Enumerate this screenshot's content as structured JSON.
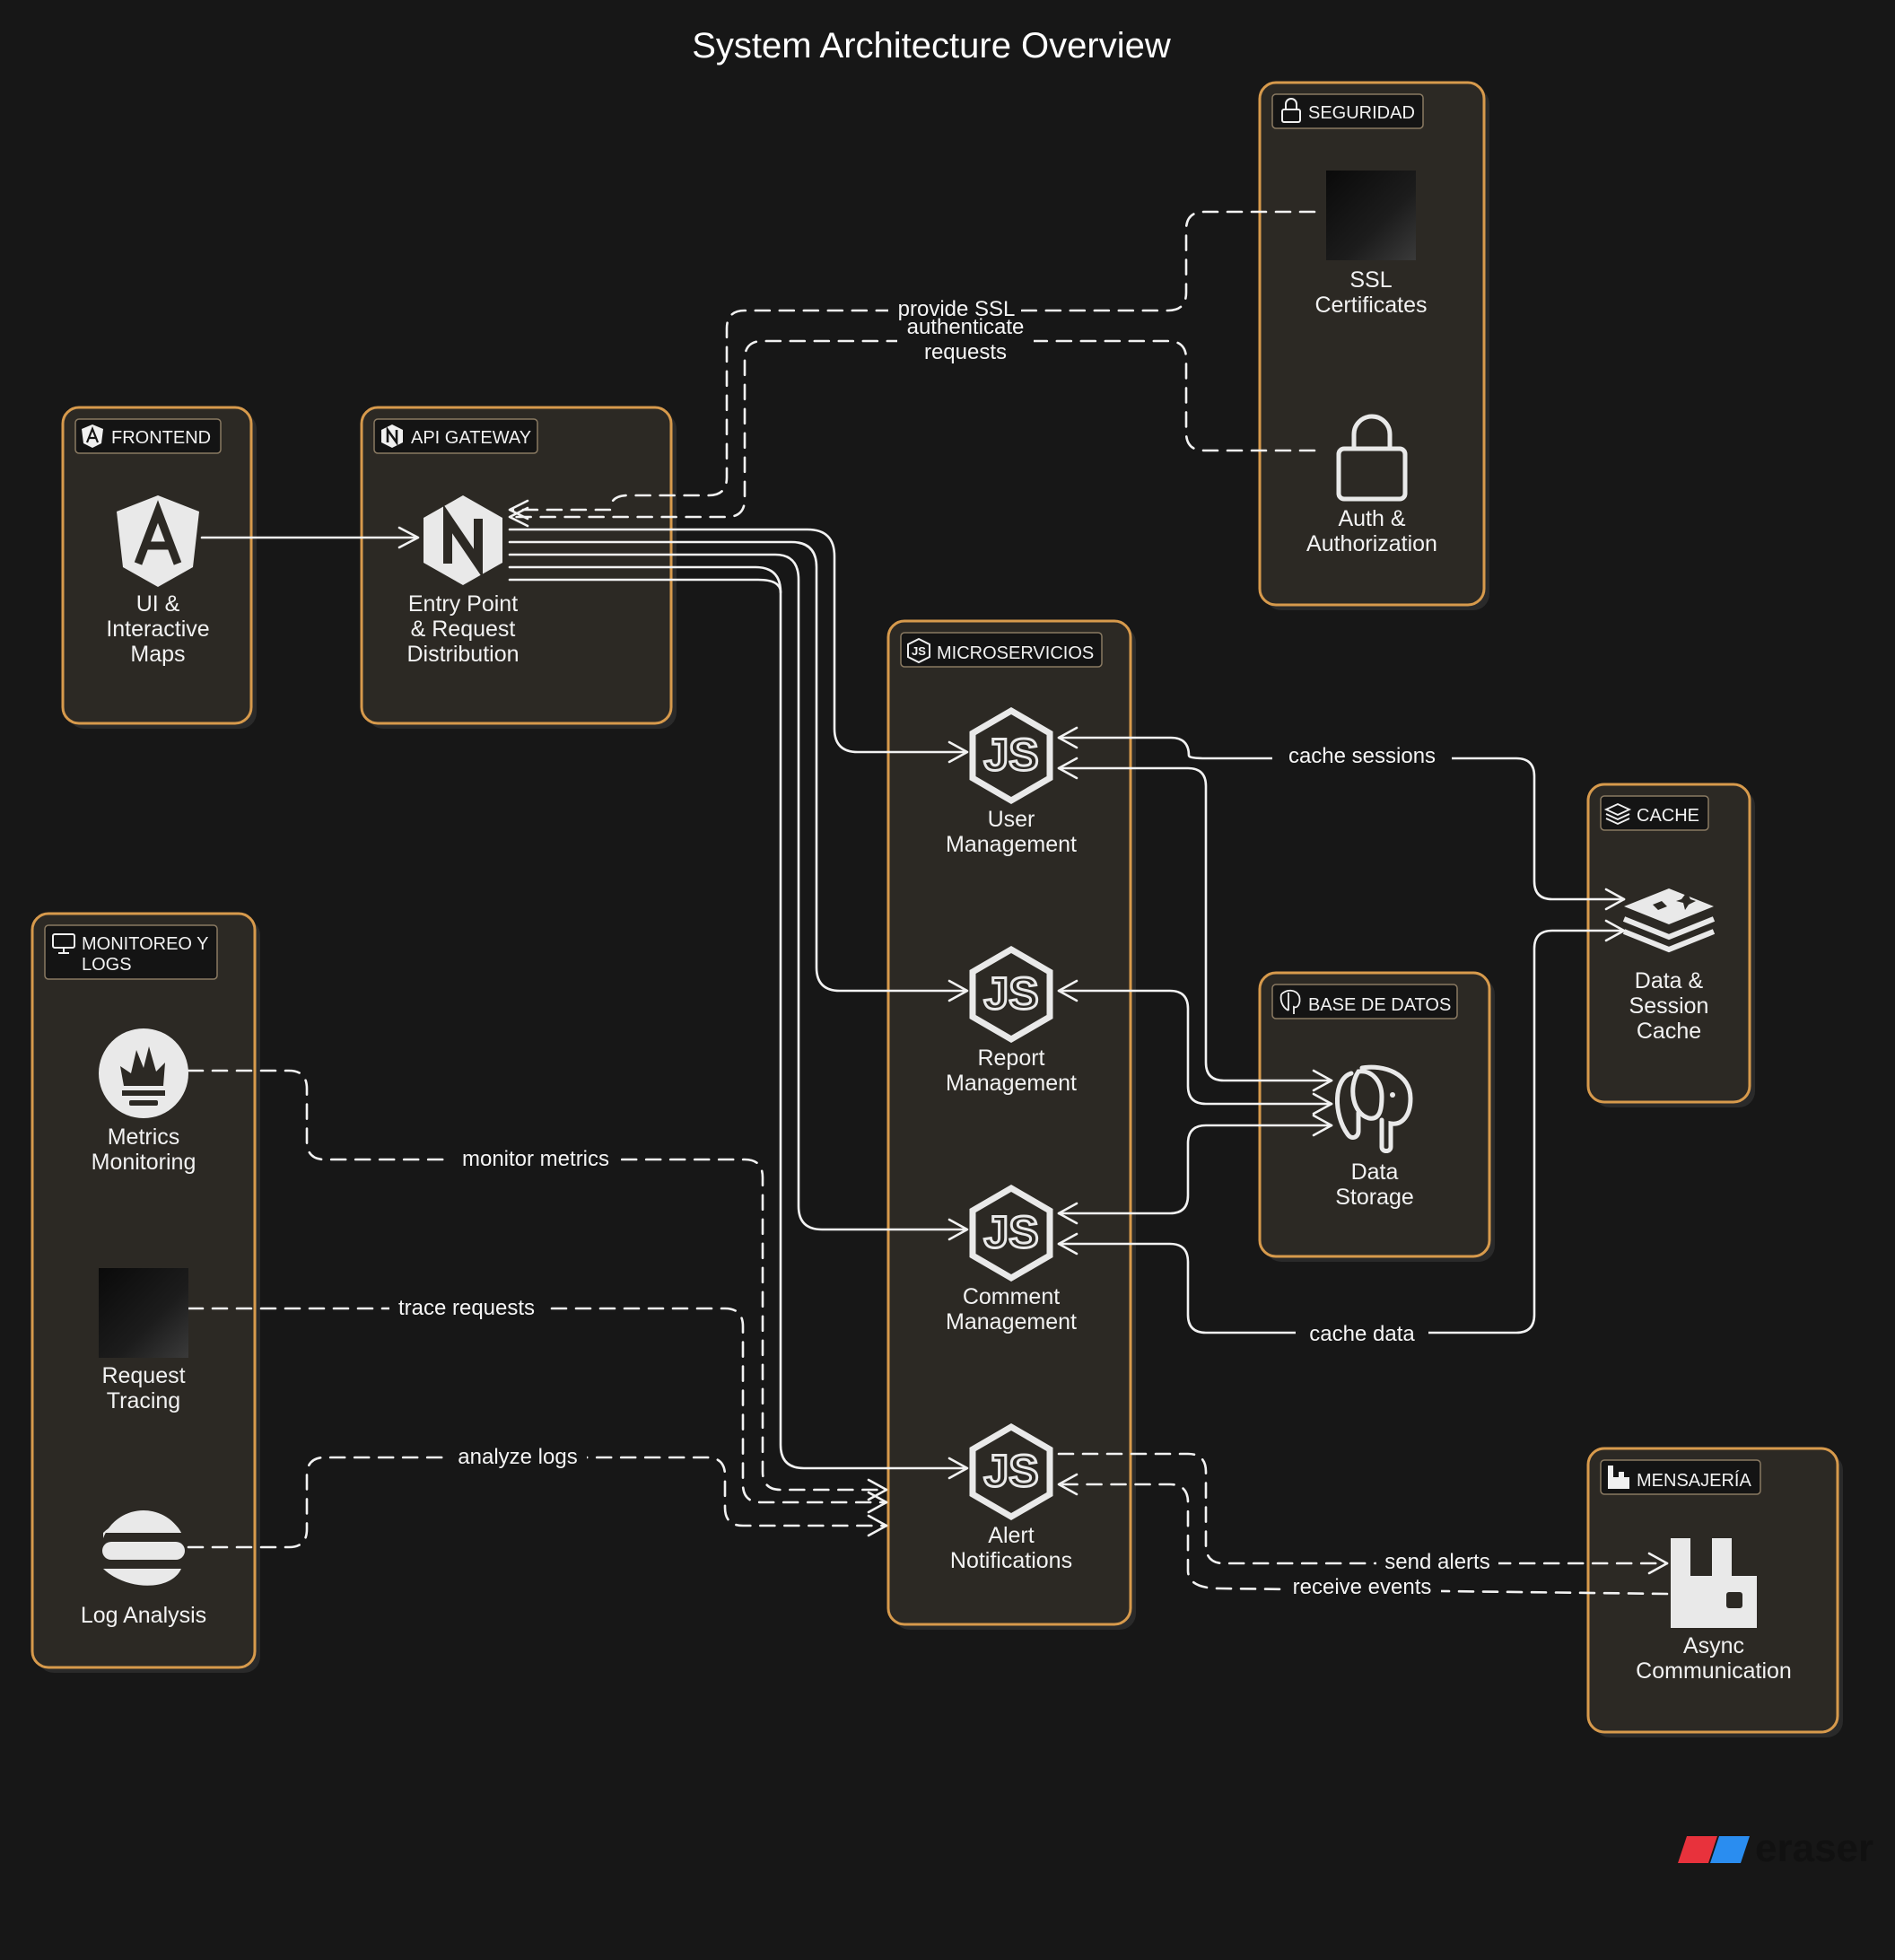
{
  "title": "System Architecture Overview",
  "brand": "eraser",
  "colors": {
    "background": "#171717",
    "group_border": "#d79a4c",
    "group_fill": "#2c2924",
    "edge": "#f2f2f2",
    "brand_red": "#e8323c",
    "brand_blue": "#2a8df0"
  },
  "groups": {
    "frontend": {
      "label": "FRONTEND",
      "icon": "angular-icon"
    },
    "api_gateway": {
      "label": "API GATEWAY",
      "icon": "nginx-icon"
    },
    "seguridad": {
      "label": "SEGURIDAD",
      "icon": "lock-icon"
    },
    "microservicios": {
      "label": "MICROSERVICIOS",
      "icon": "nodejs-icon"
    },
    "cache": {
      "label": "CACHE",
      "icon": "redis-icon"
    },
    "base_de_datos": {
      "label": "BASE DE DATOS",
      "icon": "postgresql-icon"
    },
    "monitoreo": {
      "label_line1": "MONITOREO Y",
      "label_line2": "LOGS",
      "icon": "monitor-icon"
    },
    "mensajeria": {
      "label": "MENSAJERÍA",
      "icon": "rabbitmq-icon"
    }
  },
  "nodes": {
    "ui": {
      "lines": [
        "UI &",
        "Interactive",
        "Maps"
      ],
      "icon": "angular-icon"
    },
    "entry": {
      "lines": [
        "Entry Point",
        "& Request",
        "Distribution"
      ],
      "icon": "nginx-icon"
    },
    "ssl": {
      "lines": [
        "SSL",
        "Certificates"
      ],
      "icon": "certificate-icon"
    },
    "auth": {
      "lines": [
        "Auth &",
        "Authorization"
      ],
      "icon": "lock-icon"
    },
    "user": {
      "lines": [
        "User",
        "Management"
      ],
      "icon": "nodejs-icon"
    },
    "report": {
      "lines": [
        "Report",
        "Management"
      ],
      "icon": "nodejs-icon"
    },
    "comment": {
      "lines": [
        "Comment",
        "Management"
      ],
      "icon": "nodejs-icon"
    },
    "alert": {
      "lines": [
        "Alert",
        "Notifications"
      ],
      "icon": "nodejs-icon"
    },
    "cache": {
      "lines": [
        "Data &",
        "Session",
        "Cache"
      ],
      "icon": "redis-icon"
    },
    "storage": {
      "lines": [
        "Data",
        "Storage"
      ],
      "icon": "postgresql-icon"
    },
    "metrics": {
      "lines": [
        "Metrics",
        "Monitoring"
      ],
      "icon": "prometheus-icon"
    },
    "tracing": {
      "lines": [
        "Request",
        "Tracing"
      ],
      "icon": "tracing-icon"
    },
    "logs": {
      "lines": [
        "Log Analysis"
      ],
      "icon": "elastic-icon"
    },
    "async": {
      "lines": [
        "Async",
        "Communication"
      ],
      "icon": "rabbitmq-icon"
    }
  },
  "edges": {
    "provide_ssl": "provide SSL",
    "authenticate_1": "authenticate",
    "authenticate_2": "requests",
    "cache_sessions": "cache sessions",
    "cache_data": "cache data",
    "monitor_metrics": "monitor metrics",
    "trace_requests": "trace requests",
    "analyze_logs": "analyze logs",
    "send_alerts": "send alerts",
    "receive_events": "receive events"
  }
}
